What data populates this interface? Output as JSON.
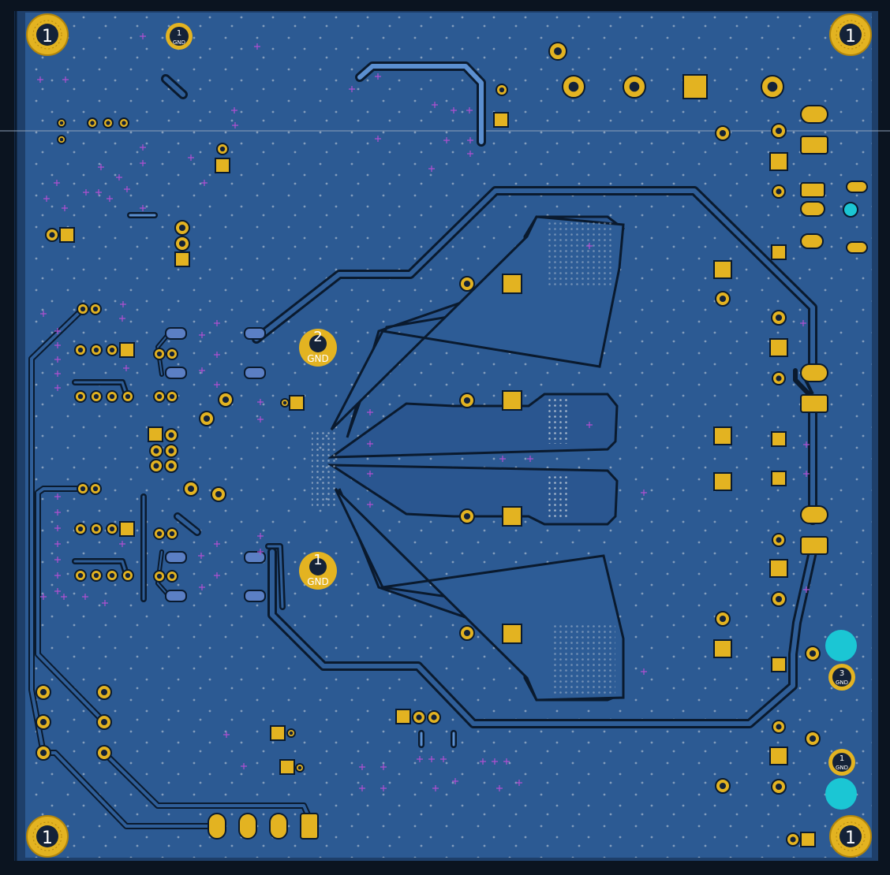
{
  "viewer": {
    "board_name": "pcb-back-copper-view",
    "colors": {
      "background": "#0b1420",
      "board": "#2c5a93",
      "board_dark": "#1e3f6a",
      "track_outline": "#0a1a2e",
      "track_fill": "#2f5e98",
      "track_highlight": "#5b8fd0",
      "pad": "#e3b321",
      "pad_edge": "#b3860c",
      "hole": "#142238",
      "via_dot": "#c8d2dc",
      "marker": "#b050d0",
      "teal": "#1bc6d4",
      "cursor_line": "#8ea0b8"
    },
    "mounting_holes": [
      {
        "label": "1"
      },
      {
        "label": "1"
      },
      {
        "label": "1"
      },
      {
        "label": "1"
      }
    ],
    "net_pads": [
      {
        "number": "1",
        "net": "GND"
      },
      {
        "number": "2",
        "net": "GND"
      },
      {
        "number": "1",
        "net": "GND"
      }
    ],
    "small_labels": [
      {
        "number": "1",
        "net": "GND"
      },
      {
        "number": "3",
        "net": "GND"
      },
      {
        "number": "1",
        "net": "GND"
      }
    ]
  }
}
